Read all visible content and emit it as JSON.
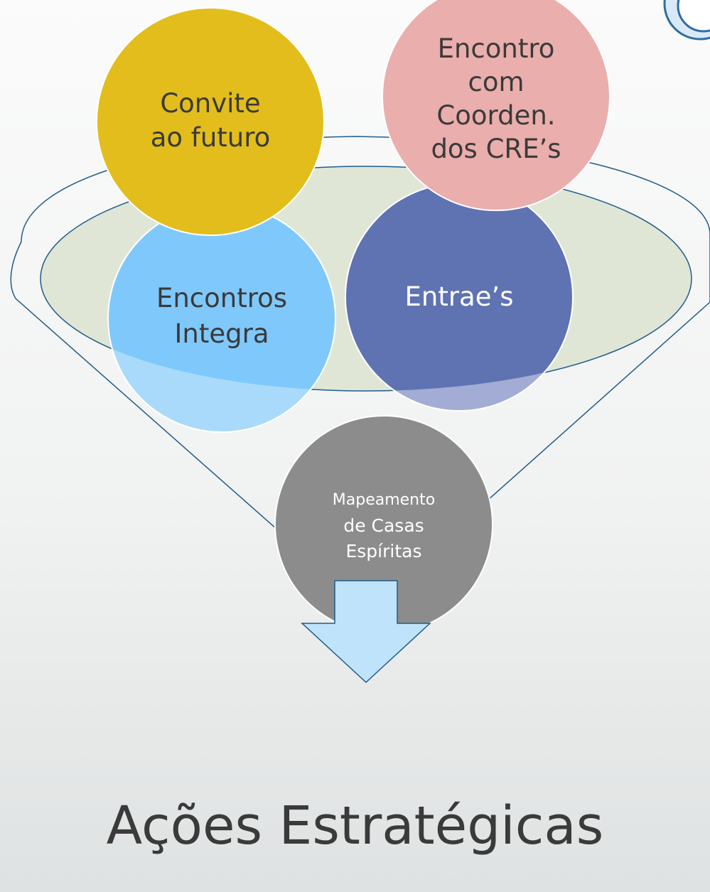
{
  "nodes": {
    "convite": {
      "lines": [
        "Convite",
        "ao futuro"
      ],
      "color": "#e2bd1c"
    },
    "encontro_cre": {
      "lines": [
        "Encontro",
        "com",
        "Coorden.",
        "dos  CRE’s"
      ],
      "color": "#eaaeac"
    },
    "encontros_integra": {
      "lines": [
        "Encontros",
        "Integra"
      ],
      "color": "#7fc8fb"
    },
    "entraes": {
      "lines": [
        "Entrae’s"
      ],
      "color": "#5f72b2"
    },
    "mapeamento": {
      "lines": [
        "Mapeamento",
        "de Casas",
        "Espíritas"
      ],
      "color": "#8c8c8c"
    }
  },
  "funnel": {
    "stroke_color": "#1f5c8a",
    "ellipse_fill": "#dfe6d6"
  },
  "arrow": {
    "fill": "#bfe3fb",
    "stroke": "#1f5c8a"
  },
  "title": "Ações Estratégicas"
}
